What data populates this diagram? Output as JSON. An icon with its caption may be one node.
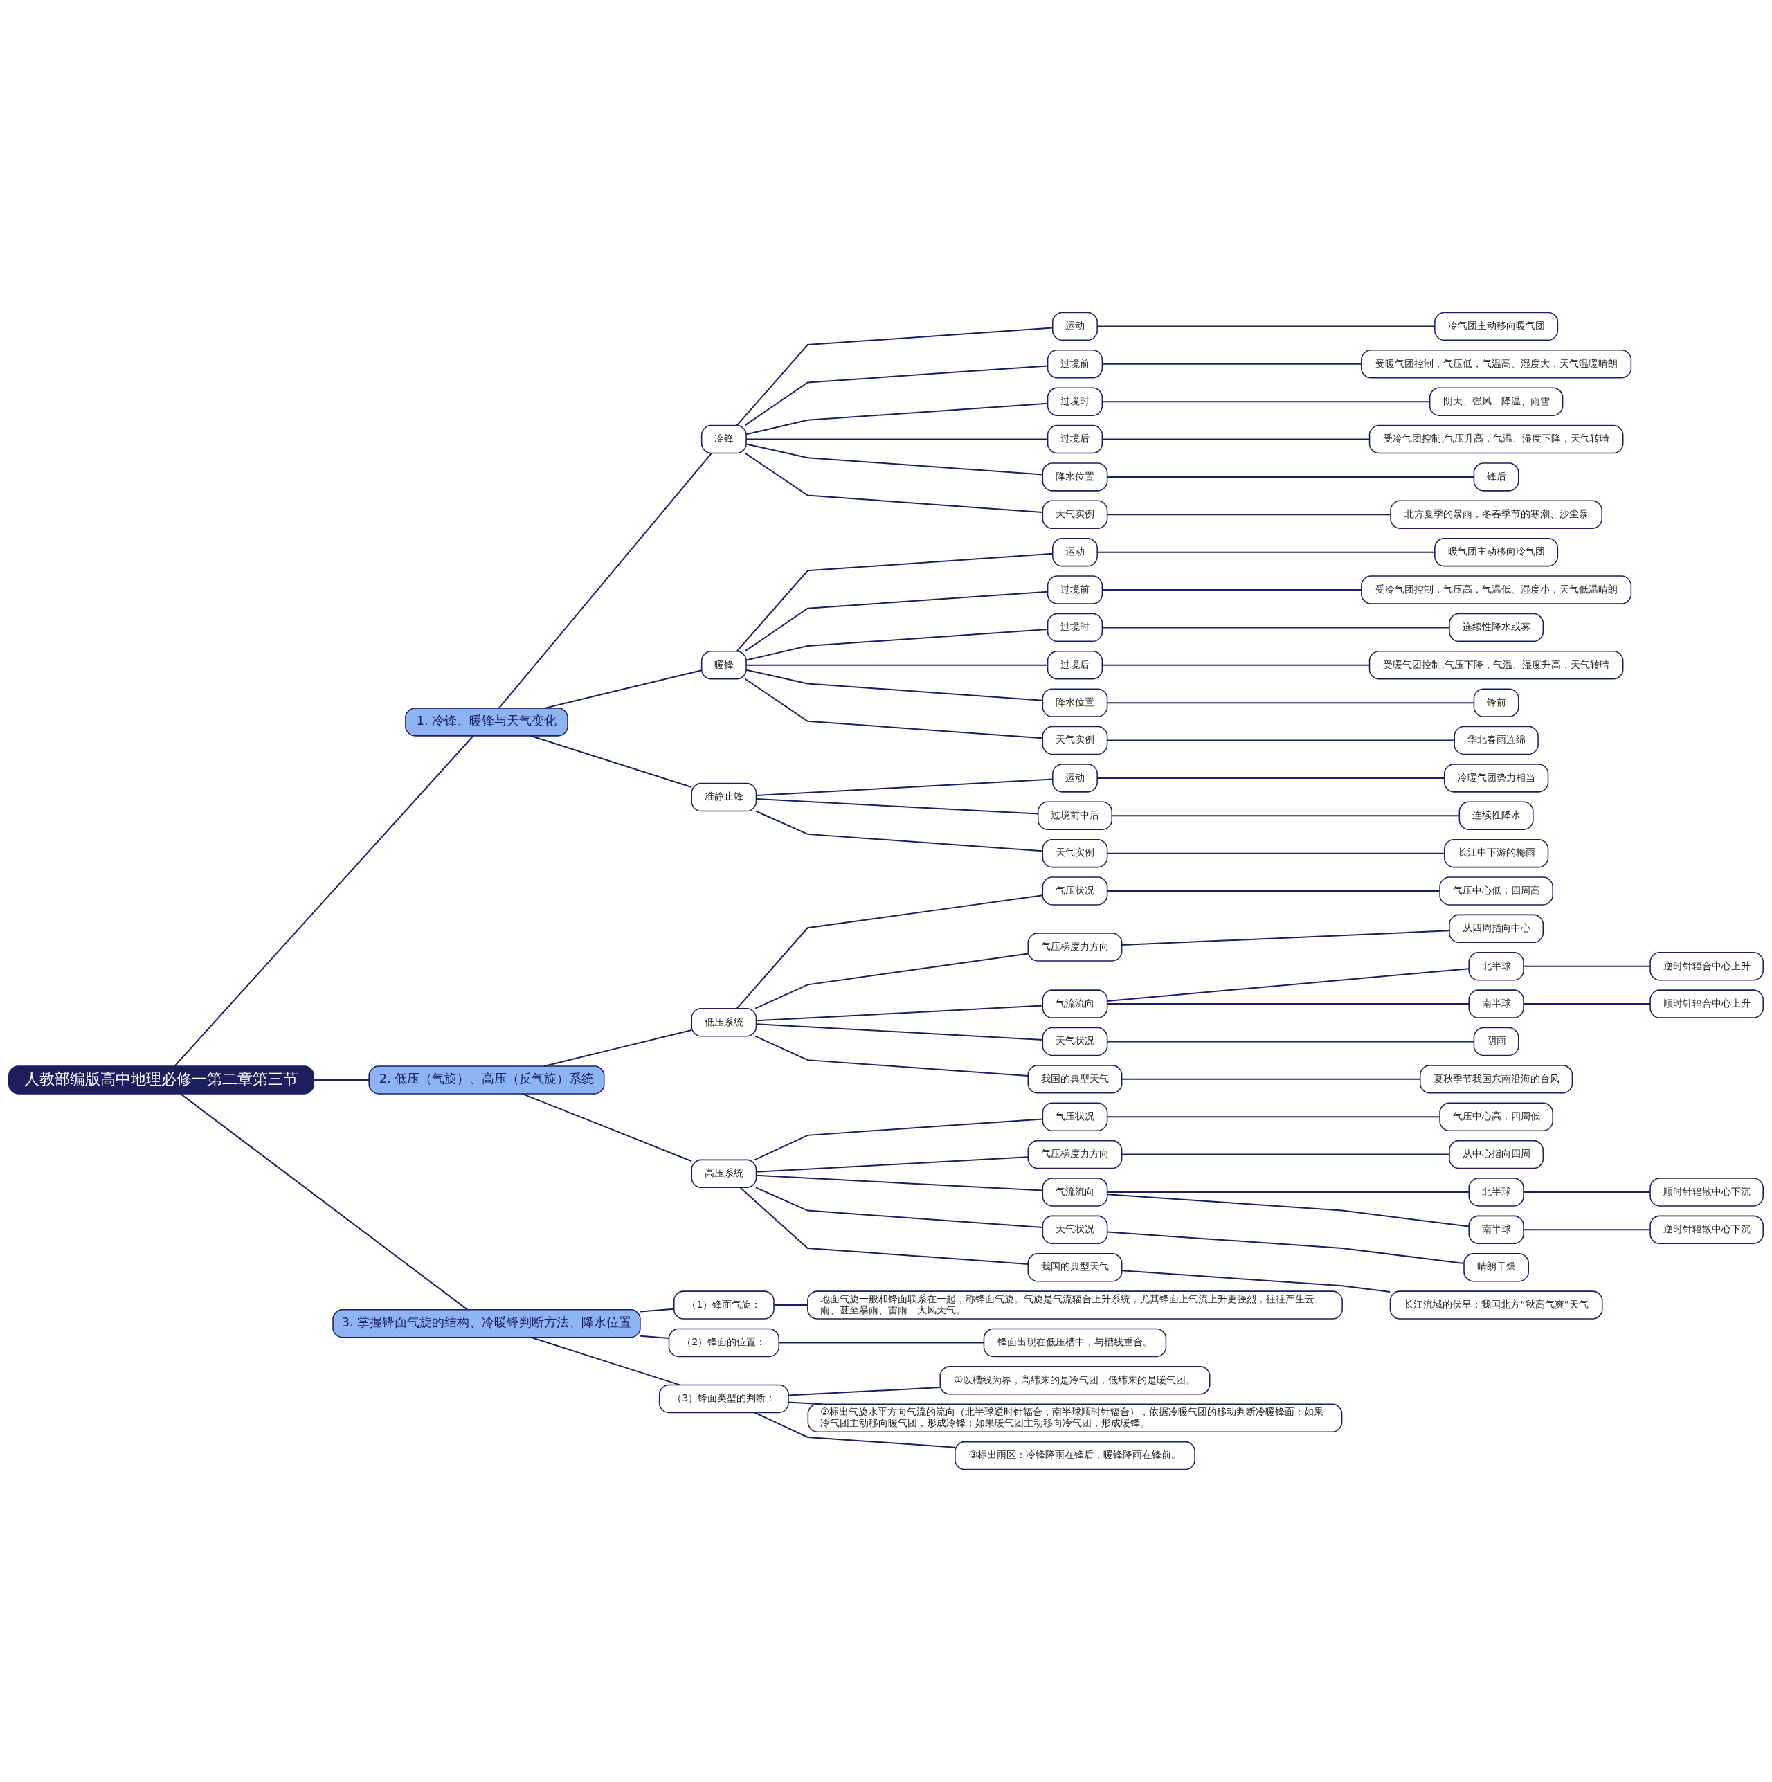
{
  "diagram": {
    "nodes": [
      {
        "text": [
          "人教部编版高中地理必修一第二章第三节"
        ]
      },
      {
        "text": [
          "1. 冷锋、暖锋与天气变化"
        ]
      },
      {
        "text": [
          "冷锋"
        ]
      },
      {
        "text": [
          "运动"
        ]
      },
      {
        "text": [
          "冷气团主动移向暖气团"
        ]
      },
      {
        "text": [
          "过境前"
        ]
      },
      {
        "text": [
          "受暖气团控制，气压低，气温高、湿度大，天气温暖晴朗"
        ]
      },
      {
        "text": [
          "过境时"
        ]
      },
      {
        "text": [
          "阴天、强风、降温、雨雪"
        ]
      },
      {
        "text": [
          "过境后"
        ]
      },
      {
        "text": [
          "受冷气团控制,气压升高，气温、湿度下降，天气转晴"
        ]
      },
      {
        "text": [
          "降水位置"
        ]
      },
      {
        "text": [
          "锋后"
        ]
      },
      {
        "text": [
          "天气实例"
        ]
      },
      {
        "text": [
          "北方夏季的暴雨，冬春季节的寒潮、沙尘暴"
        ]
      },
      {
        "text": [
          "暖锋"
        ]
      },
      {
        "text": [
          "运动"
        ]
      },
      {
        "text": [
          "暖气团主动移向冷气团"
        ]
      },
      {
        "text": [
          "过境前"
        ]
      },
      {
        "text": [
          "受冷气团控制，气压高，气温低、湿度小，天气低温晴朗"
        ]
      },
      {
        "text": [
          "过境时"
        ]
      },
      {
        "text": [
          "连续性降水或雾"
        ]
      },
      {
        "text": [
          "过境后"
        ]
      },
      {
        "text": [
          "受暖气团控制,气压下降，气温、湿度升高，天气转晴"
        ]
      },
      {
        "text": [
          "降水位置"
        ]
      },
      {
        "text": [
          "锋前"
        ]
      },
      {
        "text": [
          "天气实例"
        ]
      },
      {
        "text": [
          "华北春雨连绵"
        ]
      },
      {
        "text": [
          "准静止锋"
        ]
      },
      {
        "text": [
          "运动"
        ]
      },
      {
        "text": [
          "冷暖气团势力相当"
        ]
      },
      {
        "text": [
          "过境前中后"
        ]
      },
      {
        "text": [
          "连续性降水"
        ]
      },
      {
        "text": [
          "天气实例"
        ]
      },
      {
        "text": [
          "长江中下游的梅雨"
        ]
      },
      {
        "text": [
          "2. 低压（气旋）、高压（反气旋）系统"
        ]
      },
      {
        "text": [
          "低压系统"
        ]
      },
      {
        "text": [
          "气压状况"
        ]
      },
      {
        "text": [
          "气压中心低，四周高"
        ]
      },
      {
        "text": [
          "气压梯度力方向"
        ]
      },
      {
        "text": [
          "从四周指向中心"
        ]
      },
      {
        "text": [
          "气流流向"
        ]
      },
      {
        "text": [
          "北半球"
        ]
      },
      {
        "text": [
          "逆时针辐合中心上升"
        ]
      },
      {
        "text": [
          "南半球"
        ]
      },
      {
        "text": [
          "顺时针辐合中心上升"
        ]
      },
      {
        "text": [
          "天气状况"
        ]
      },
      {
        "text": [
          "阴雨"
        ]
      },
      {
        "text": [
          "我国的典型天气"
        ]
      },
      {
        "text": [
          "夏秋季节我国东南沿海的台风"
        ]
      },
      {
        "text": [
          "高压系统"
        ]
      },
      {
        "text": [
          "气压状况"
        ]
      },
      {
        "text": [
          "气压中心高，四周低"
        ]
      },
      {
        "text": [
          "气压梯度力方向"
        ]
      },
      {
        "text": [
          "从中心指向四周"
        ]
      },
      {
        "text": [
          "气流流向"
        ]
      },
      {
        "text": [
          "北半球"
        ]
      },
      {
        "text": [
          "顺时针辐散中心下沉"
        ]
      },
      {
        "text": [
          "南半球"
        ]
      },
      {
        "text": [
          "逆时针辐散中心下沉"
        ]
      },
      {
        "text": [
          "天气状况"
        ]
      },
      {
        "text": [
          "晴朗干燥"
        ]
      },
      {
        "text": [
          "我国的典型天气"
        ]
      },
      {
        "text": [
          "长江流域的伏旱；我国北方“秋高气爽”天气"
        ]
      },
      {
        "text": [
          "3. 掌握锋面气旋的结构、冷暖锋判断方法、降水位置"
        ]
      },
      {
        "text": [
          "（1）锋面气旋："
        ]
      },
      {
        "text": [
          "地面气旋一般和锋面联系在一起，称锋面气旋。气旋是气流辐合上升系统，尤其锋面上气流上升更强烈，往往产生云、雨、甚至暴雨、雷雨、大风天气。"
        ]
      },
      {
        "text": [
          "（2）锋面的位置："
        ]
      },
      {
        "text": [
          "锋面出现在低压槽中，与槽线重合。"
        ]
      },
      {
        "text": [
          "（3）锋面类型的判断："
        ]
      },
      {
        "text": [
          "①以槽线为界，高纬来的是冷气团，低纬来的是暖气团。"
        ]
      },
      {
        "text": [
          "②标出气旋水平方向气流的流向（北半球逆时针辐合，南半球顺时针辐合），依据冷暖气团的移动判断冷暖锋面：如果冷气团主动移向暖气团，形成冷锋；如果暖气团主动移向冷气团，形成暖锋。"
        ]
      },
      {
        "text": [
          "③标出雨区：冷锋降雨在锋后，暖锋降雨在锋前。"
        ]
      }
    ],
    "edges": [
      {
        "from": 0,
        "to": 1,
        "arrow": "none"
      },
      {
        "from": 1,
        "to": 2,
        "arrow": "none"
      },
      {
        "from": 2,
        "to": 3,
        "arrow": "none"
      },
      {
        "from": 3,
        "to": 4,
        "arrow": "none"
      },
      {
        "from": 2,
        "to": 5,
        "arrow": "none"
      },
      {
        "from": 5,
        "to": 6,
        "arrow": "none"
      },
      {
        "from": 2,
        "to": 7,
        "arrow": "none"
      },
      {
        "from": 7,
        "to": 8,
        "arrow": "none"
      },
      {
        "from": 2,
        "to": 9,
        "arrow": "none"
      },
      {
        "from": 9,
        "to": 10,
        "arrow": "none"
      },
      {
        "from": 2,
        "to": 11,
        "arrow": "none"
      },
      {
        "from": 11,
        "to": 12,
        "arrow": "none"
      },
      {
        "from": 2,
        "to": 13,
        "arrow": "none"
      },
      {
        "from": 13,
        "to": 14,
        "arrow": "none"
      },
      {
        "from": 1,
        "to": 15,
        "arrow": "none"
      },
      {
        "from": 15,
        "to": 16,
        "arrow": "none"
      },
      {
        "from": 16,
        "to": 17,
        "arrow": "none"
      },
      {
        "from": 15,
        "to": 18,
        "arrow": "none"
      },
      {
        "from": 18,
        "to": 19,
        "arrow": "none"
      },
      {
        "from": 15,
        "to": 20,
        "arrow": "none"
      },
      {
        "from": 20,
        "to": 21,
        "arrow": "none"
      },
      {
        "from": 15,
        "to": 22,
        "arrow": "none"
      },
      {
        "from": 22,
        "to": 23,
        "arrow": "none"
      },
      {
        "from": 15,
        "to": 24,
        "arrow": "none"
      },
      {
        "from": 24,
        "to": 25,
        "arrow": "none"
      },
      {
        "from": 15,
        "to": 26,
        "arrow": "none"
      },
      {
        "from": 26,
        "to": 27,
        "arrow": "none"
      },
      {
        "from": 1,
        "to": 28,
        "arrow": "none"
      },
      {
        "from": 28,
        "to": 29,
        "arrow": "none"
      },
      {
        "from": 29,
        "to": 30,
        "arrow": "none"
      },
      {
        "from": 28,
        "to": 31,
        "arrow": "none"
      },
      {
        "from": 31,
        "to": 32,
        "arrow": "none"
      },
      {
        "from": 28,
        "to": 33,
        "arrow": "none"
      },
      {
        "from": 33,
        "to": 34,
        "arrow": "none"
      },
      {
        "from": 0,
        "to": 35,
        "arrow": "none"
      },
      {
        "from": 35,
        "to": 36,
        "arrow": "none"
      },
      {
        "from": 36,
        "to": 37,
        "arrow": "none"
      },
      {
        "from": 37,
        "to": 38,
        "arrow": "none"
      },
      {
        "from": 36,
        "to": 39,
        "arrow": "none"
      },
      {
        "from": 39,
        "to": 40,
        "arrow": "none"
      },
      {
        "from": 36,
        "to": 41,
        "arrow": "none"
      },
      {
        "from": 41,
        "to": 42,
        "arrow": "none"
      },
      {
        "from": 42,
        "to": 43,
        "arrow": "none"
      },
      {
        "from": 41,
        "to": 44,
        "arrow": "none"
      },
      {
        "from": 44,
        "to": 45,
        "arrow": "none"
      },
      {
        "from": 36,
        "to": 46,
        "arrow": "none"
      },
      {
        "from": 46,
        "to": 47,
        "arrow": "none"
      },
      {
        "from": 36,
        "to": 48,
        "arrow": "none"
      },
      {
        "from": 48,
        "to": 49,
        "arrow": "none"
      },
      {
        "from": 35,
        "to": 50,
        "arrow": "none"
      },
      {
        "from": 50,
        "to": 51,
        "arrow": "none"
      },
      {
        "from": 51,
        "to": 52,
        "arrow": "none"
      },
      {
        "from": 50,
        "to": 53,
        "arrow": "none"
      },
      {
        "from": 53,
        "to": 54,
        "arrow": "none"
      },
      {
        "from": 50,
        "to": 55,
        "arrow": "none"
      },
      {
        "from": 55,
        "to": 56,
        "arrow": "none"
      },
      {
        "from": 56,
        "to": 57,
        "arrow": "none"
      },
      {
        "from": 55,
        "to": 58,
        "arrow": "none"
      },
      {
        "from": 58,
        "to": 59,
        "arrow": "none"
      },
      {
        "from": 50,
        "to": 60,
        "arrow": "none"
      },
      {
        "from": 60,
        "to": 61,
        "arrow": "none"
      },
      {
        "from": 50,
        "to": 62,
        "arrow": "none"
      },
      {
        "from": 62,
        "to": 63,
        "arrow": "none"
      },
      {
        "from": 0,
        "to": 64,
        "arrow": "none"
      },
      {
        "from": 64,
        "to": 65,
        "arrow": "none"
      },
      {
        "from": 65,
        "to": 66,
        "arrow": "none"
      },
      {
        "from": 64,
        "to": 67,
        "arrow": "none"
      },
      {
        "from": 67,
        "to": 68,
        "arrow": "none"
      },
      {
        "from": 64,
        "to": 69,
        "arrow": "none"
      },
      {
        "from": 69,
        "to": 70,
        "arrow": "none"
      },
      {
        "from": 69,
        "to": 71,
        "arrow": "none"
      },
      {
        "from": 69,
        "to": 72,
        "arrow": "none"
      }
    ]
  }
}
